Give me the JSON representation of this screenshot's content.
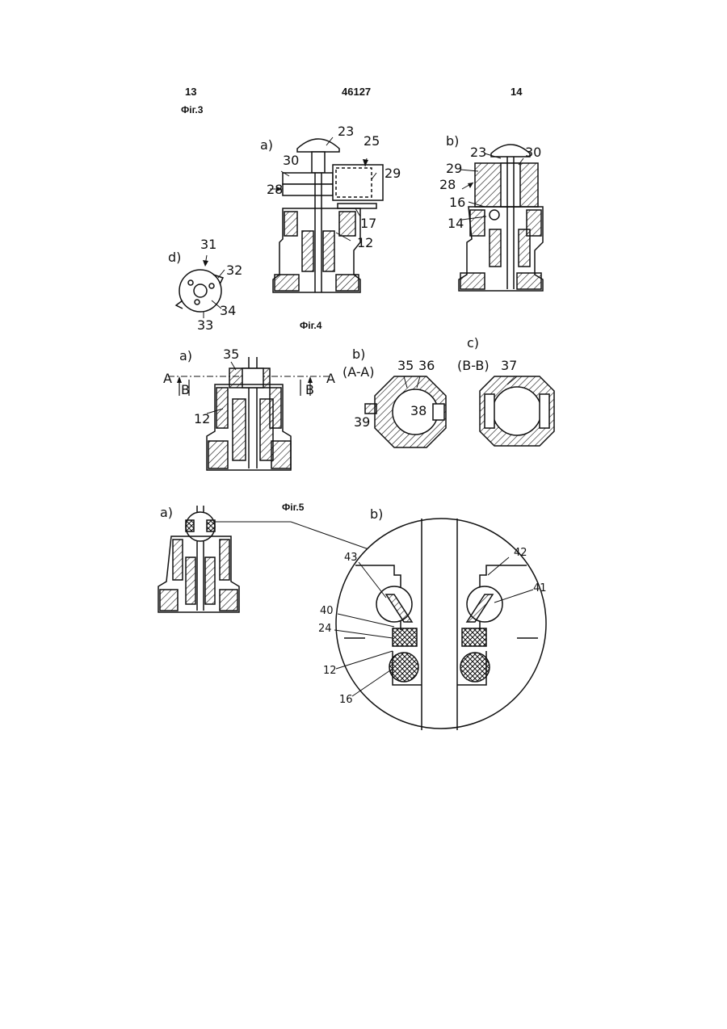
{
  "header": {
    "page_left": "13",
    "patent_number": "46127",
    "page_right": "14"
  },
  "figures": {
    "fig3": {
      "caption": "Фіг.3",
      "view_a": "a)",
      "view_b": "b)",
      "view_d": "d)",
      "refs_a": [
        "23",
        "25",
        "30",
        "29",
        "28",
        "17",
        "12"
      ],
      "refs_b": [
        "23",
        "30",
        "29",
        "28",
        "16",
        "14"
      ],
      "refs_d": [
        "31",
        "32",
        "34",
        "33"
      ]
    },
    "fig4": {
      "caption": "Фіг.4",
      "view_a": "a)",
      "view_b": "b)",
      "view_c": "c)",
      "section_aa": "(A-A)",
      "section_bb": "(B-B)",
      "refs_a": [
        "35",
        "12"
      ],
      "section_marks": [
        "A",
        "B",
        "B",
        "A"
      ],
      "refs_b": [
        "35",
        "36",
        "38",
        "39"
      ],
      "refs_c": [
        "37"
      ]
    },
    "fig5": {
      "caption": "Фіг.5",
      "view_a": "a)",
      "view_b": "b)",
      "refs_b": [
        "43",
        "42",
        "41",
        "40",
        "24",
        "12",
        "16"
      ]
    }
  }
}
